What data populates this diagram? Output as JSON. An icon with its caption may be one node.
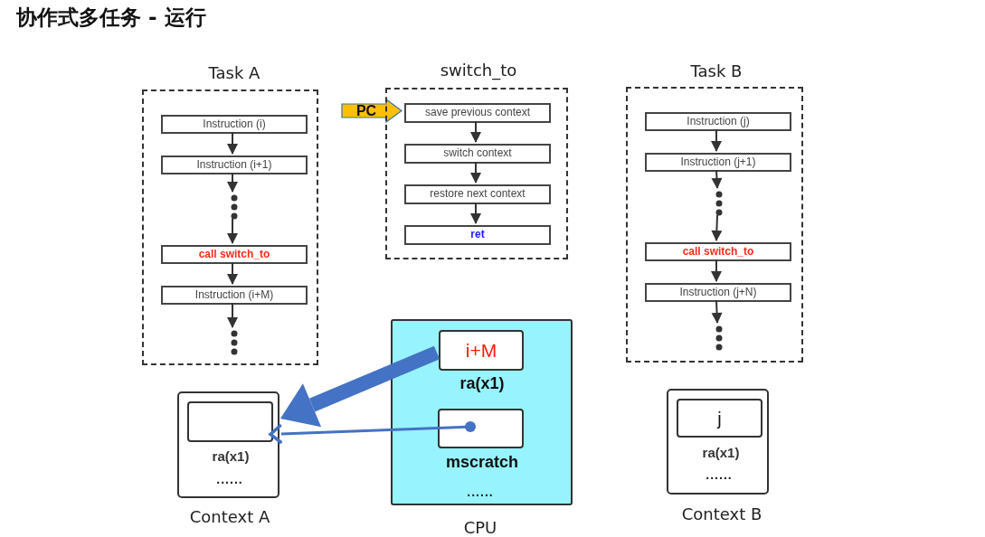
{
  "diagram": {
    "title": "协作式多任务 - 运行",
    "nodes": [
      {
        "text": [
          "Task A"
        ]
      },
      {
        "text": [
          "Instruction (i)"
        ],
        "in": 0
      },
      {
        "text": [
          "Instruction (i+1)"
        ],
        "in": 0
      },
      {
        "text": [],
        "shape": "dots",
        "in": 0
      },
      {
        "text": [
          "call  switch_to"
        ],
        "in": 0
      },
      {
        "text": [
          "Instruction (i+M)"
        ],
        "in": 0
      },
      {
        "text": [],
        "shape": "dots",
        "in": 0
      },
      {
        "text": [
          "PC"
        ]
      },
      {
        "text": [
          "switch_to"
        ]
      },
      {
        "text": [
          "save previous context"
        ],
        "in": 8
      },
      {
        "text": [
          "switch context"
        ],
        "in": 8
      },
      {
        "text": [
          "restore next context"
        ],
        "in": 8
      },
      {
        "text": [
          "ret"
        ],
        "in": 8
      },
      {
        "text": [
          "Task B"
        ]
      },
      {
        "text": [
          "Instruction (j)"
        ],
        "in": 13
      },
      {
        "text": [
          "Instruction (j+1)"
        ],
        "in": 13
      },
      {
        "text": [],
        "shape": "dots",
        "in": 13
      },
      {
        "text": [
          "call switch_to"
        ],
        "in": 13
      },
      {
        "text": [
          "Instruction (j+N)"
        ],
        "in": 13
      },
      {
        "text": [],
        "shape": "dots",
        "in": 13
      },
      {
        "text": [
          "......",
          "Context A"
        ]
      },
      {
        "text": [],
        "shape": "box",
        "in": 20,
        "beside": [
          "ra(x1)"
        ]
      },
      {
        "text": [
          "......",
          "CPU"
        ]
      },
      {
        "text": [
          "i+M"
        ],
        "in": 22,
        "beside": [
          "ra(x1)"
        ]
      },
      {
        "text": [],
        "shape": "box",
        "in": 22,
        "beside": [
          "mscratch"
        ]
      },
      {
        "text": [
          "......",
          "Context B"
        ]
      },
      {
        "text": [
          "j"
        ],
        "in": 25,
        "beside": [
          "ra(x1)"
        ]
      }
    ],
    "edges": [
      {
        "from": 1,
        "to": 2,
        "arrow": "to"
      },
      {
        "from": 2,
        "to": 3,
        "arrow": "to"
      },
      {
        "from": 3,
        "to": 4,
        "arrow": "to"
      },
      {
        "from": 4,
        "to": 5,
        "arrow": "to"
      },
      {
        "from": 5,
        "to": 6,
        "arrow": "to"
      },
      {
        "from": 9,
        "to": 10,
        "arrow": "to"
      },
      {
        "from": 10,
        "to": 11,
        "arrow": "to"
      },
      {
        "from": 11,
        "to": 12,
        "arrow": "to"
      },
      {
        "from": 14,
        "to": 15,
        "arrow": "to"
      },
      {
        "from": 15,
        "to": 16,
        "arrow": "to"
      },
      {
        "from": 16,
        "to": 17,
        "arrow": "to"
      },
      {
        "from": 17,
        "to": 18,
        "arrow": "to"
      },
      {
        "from": 18,
        "to": 19,
        "arrow": "to"
      },
      {
        "from": 23,
        "to": 20,
        "arrow": "to",
        "style": "thick",
        "color": "#4472c4"
      },
      {
        "from": 24,
        "to": 20,
        "arrow": "to",
        "color": "#4472c4"
      }
    ]
  }
}
